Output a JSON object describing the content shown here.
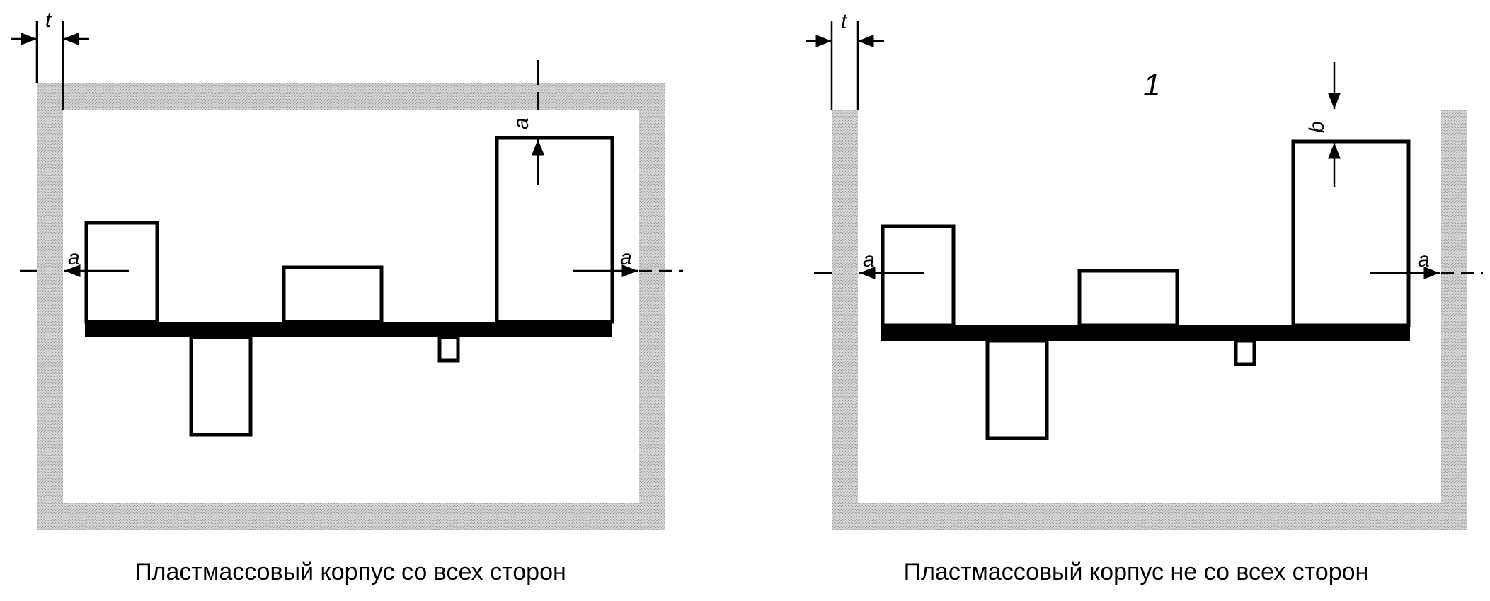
{
  "colors": {
    "housing_fill": "#c8c8c8",
    "line": "#000000",
    "background": "#ffffff"
  },
  "left_panel": {
    "caption": "Пластмассовый корпус со всех сторон",
    "thickness_label": "t",
    "clearance_top_label": "a",
    "clearance_left_label": "a",
    "clearance_right_label": "a"
  },
  "right_panel": {
    "caption": "Пластмассовый корпус не со всех сторон",
    "thickness_label": "t",
    "opening_marker": "1",
    "clearance_top_label": "b",
    "clearance_left_label": "a",
    "clearance_right_label": "a"
  }
}
